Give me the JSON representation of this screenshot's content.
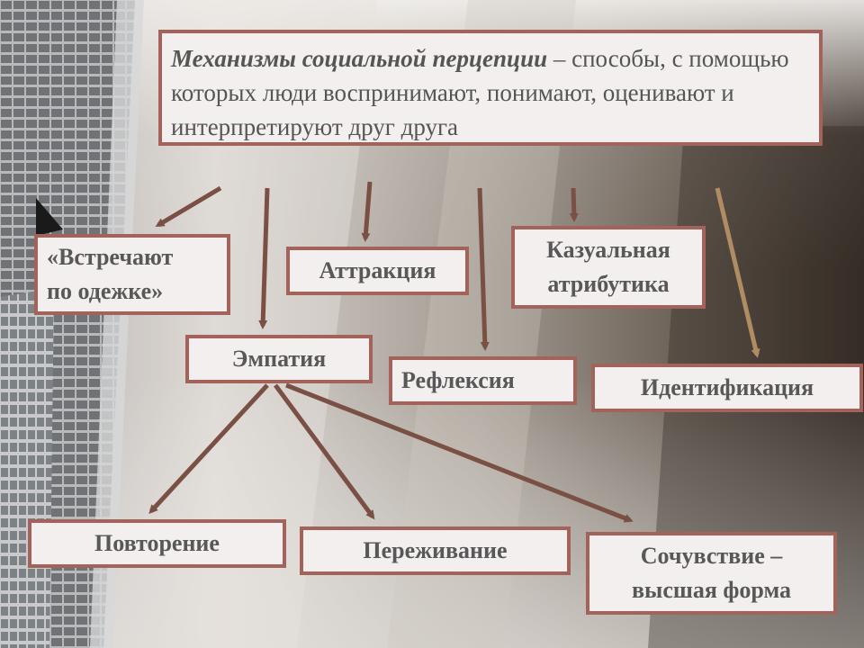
{
  "definition": {
    "term": "Механизмы социальной перцепции",
    "rest": " – способы, с помощью которых люди воспринимают, понимают, оценивают и интерпретируют друг друга"
  },
  "mechanisms": {
    "meet_by_clothes": [
      "«Встречают",
      "по одежке»"
    ],
    "attraction": "Аттракция",
    "causal_attribution": [
      "Казуальная",
      "атрибутика"
    ],
    "empathy": "Эмпатия",
    "reflection": "Рефлексия",
    "identification": "Идентификация"
  },
  "empathy_forms": {
    "repetition": "Повторение",
    "experiencing": "Переживание",
    "sympathy": [
      "Сочувствие –",
      "высшая форма"
    ]
  },
  "colors": {
    "box_border": "#a3625a",
    "box_fill": "#f2efee",
    "text": "#585858",
    "arrow": "#8a5a4c"
  }
}
